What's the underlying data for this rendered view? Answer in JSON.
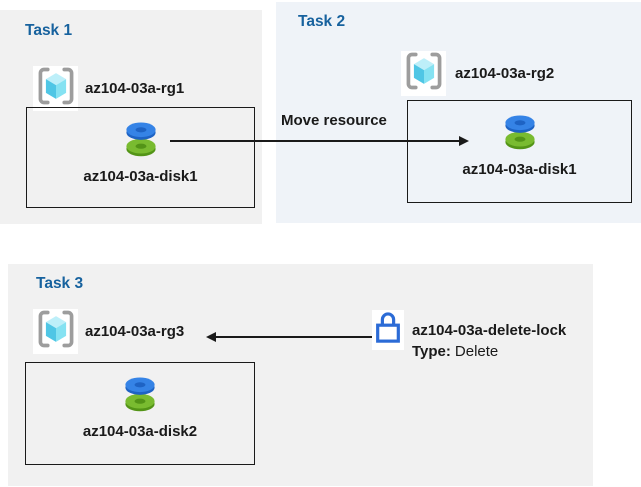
{
  "tasks": [
    {
      "label": "Task 1",
      "resource_group": "az104-03a-rg1",
      "disk": "az104-03a-disk1"
    },
    {
      "label": "Task 2",
      "resource_group": "az104-03a-rg2",
      "disk": "az104-03a-disk1"
    },
    {
      "label": "Task 3",
      "resource_group": "az104-03a-rg3",
      "disk": "az104-03a-disk2"
    }
  ],
  "move_arrow": {
    "label": "Move resource"
  },
  "lock": {
    "name": "az104-03a-delete-lock",
    "type_label": "Type:",
    "type_value": "Delete"
  },
  "colors": {
    "task_title": "#17629E",
    "panel_gray": "#F1F1F1",
    "panel_blue": "#EFF3F8",
    "bracket_gray": "#9D9D9D",
    "rg_top": "#BDEFF9",
    "rg_left": "#4FC6E5",
    "rg_right": "#85E2F2",
    "disk_blue": "#3583E6",
    "disk_blue_dark": "#1E63C4",
    "disk_green": "#79BB30",
    "disk_green_dark": "#539417",
    "lock_blue": "#2B6BD6",
    "arrow_black": "#1A1A1A"
  }
}
